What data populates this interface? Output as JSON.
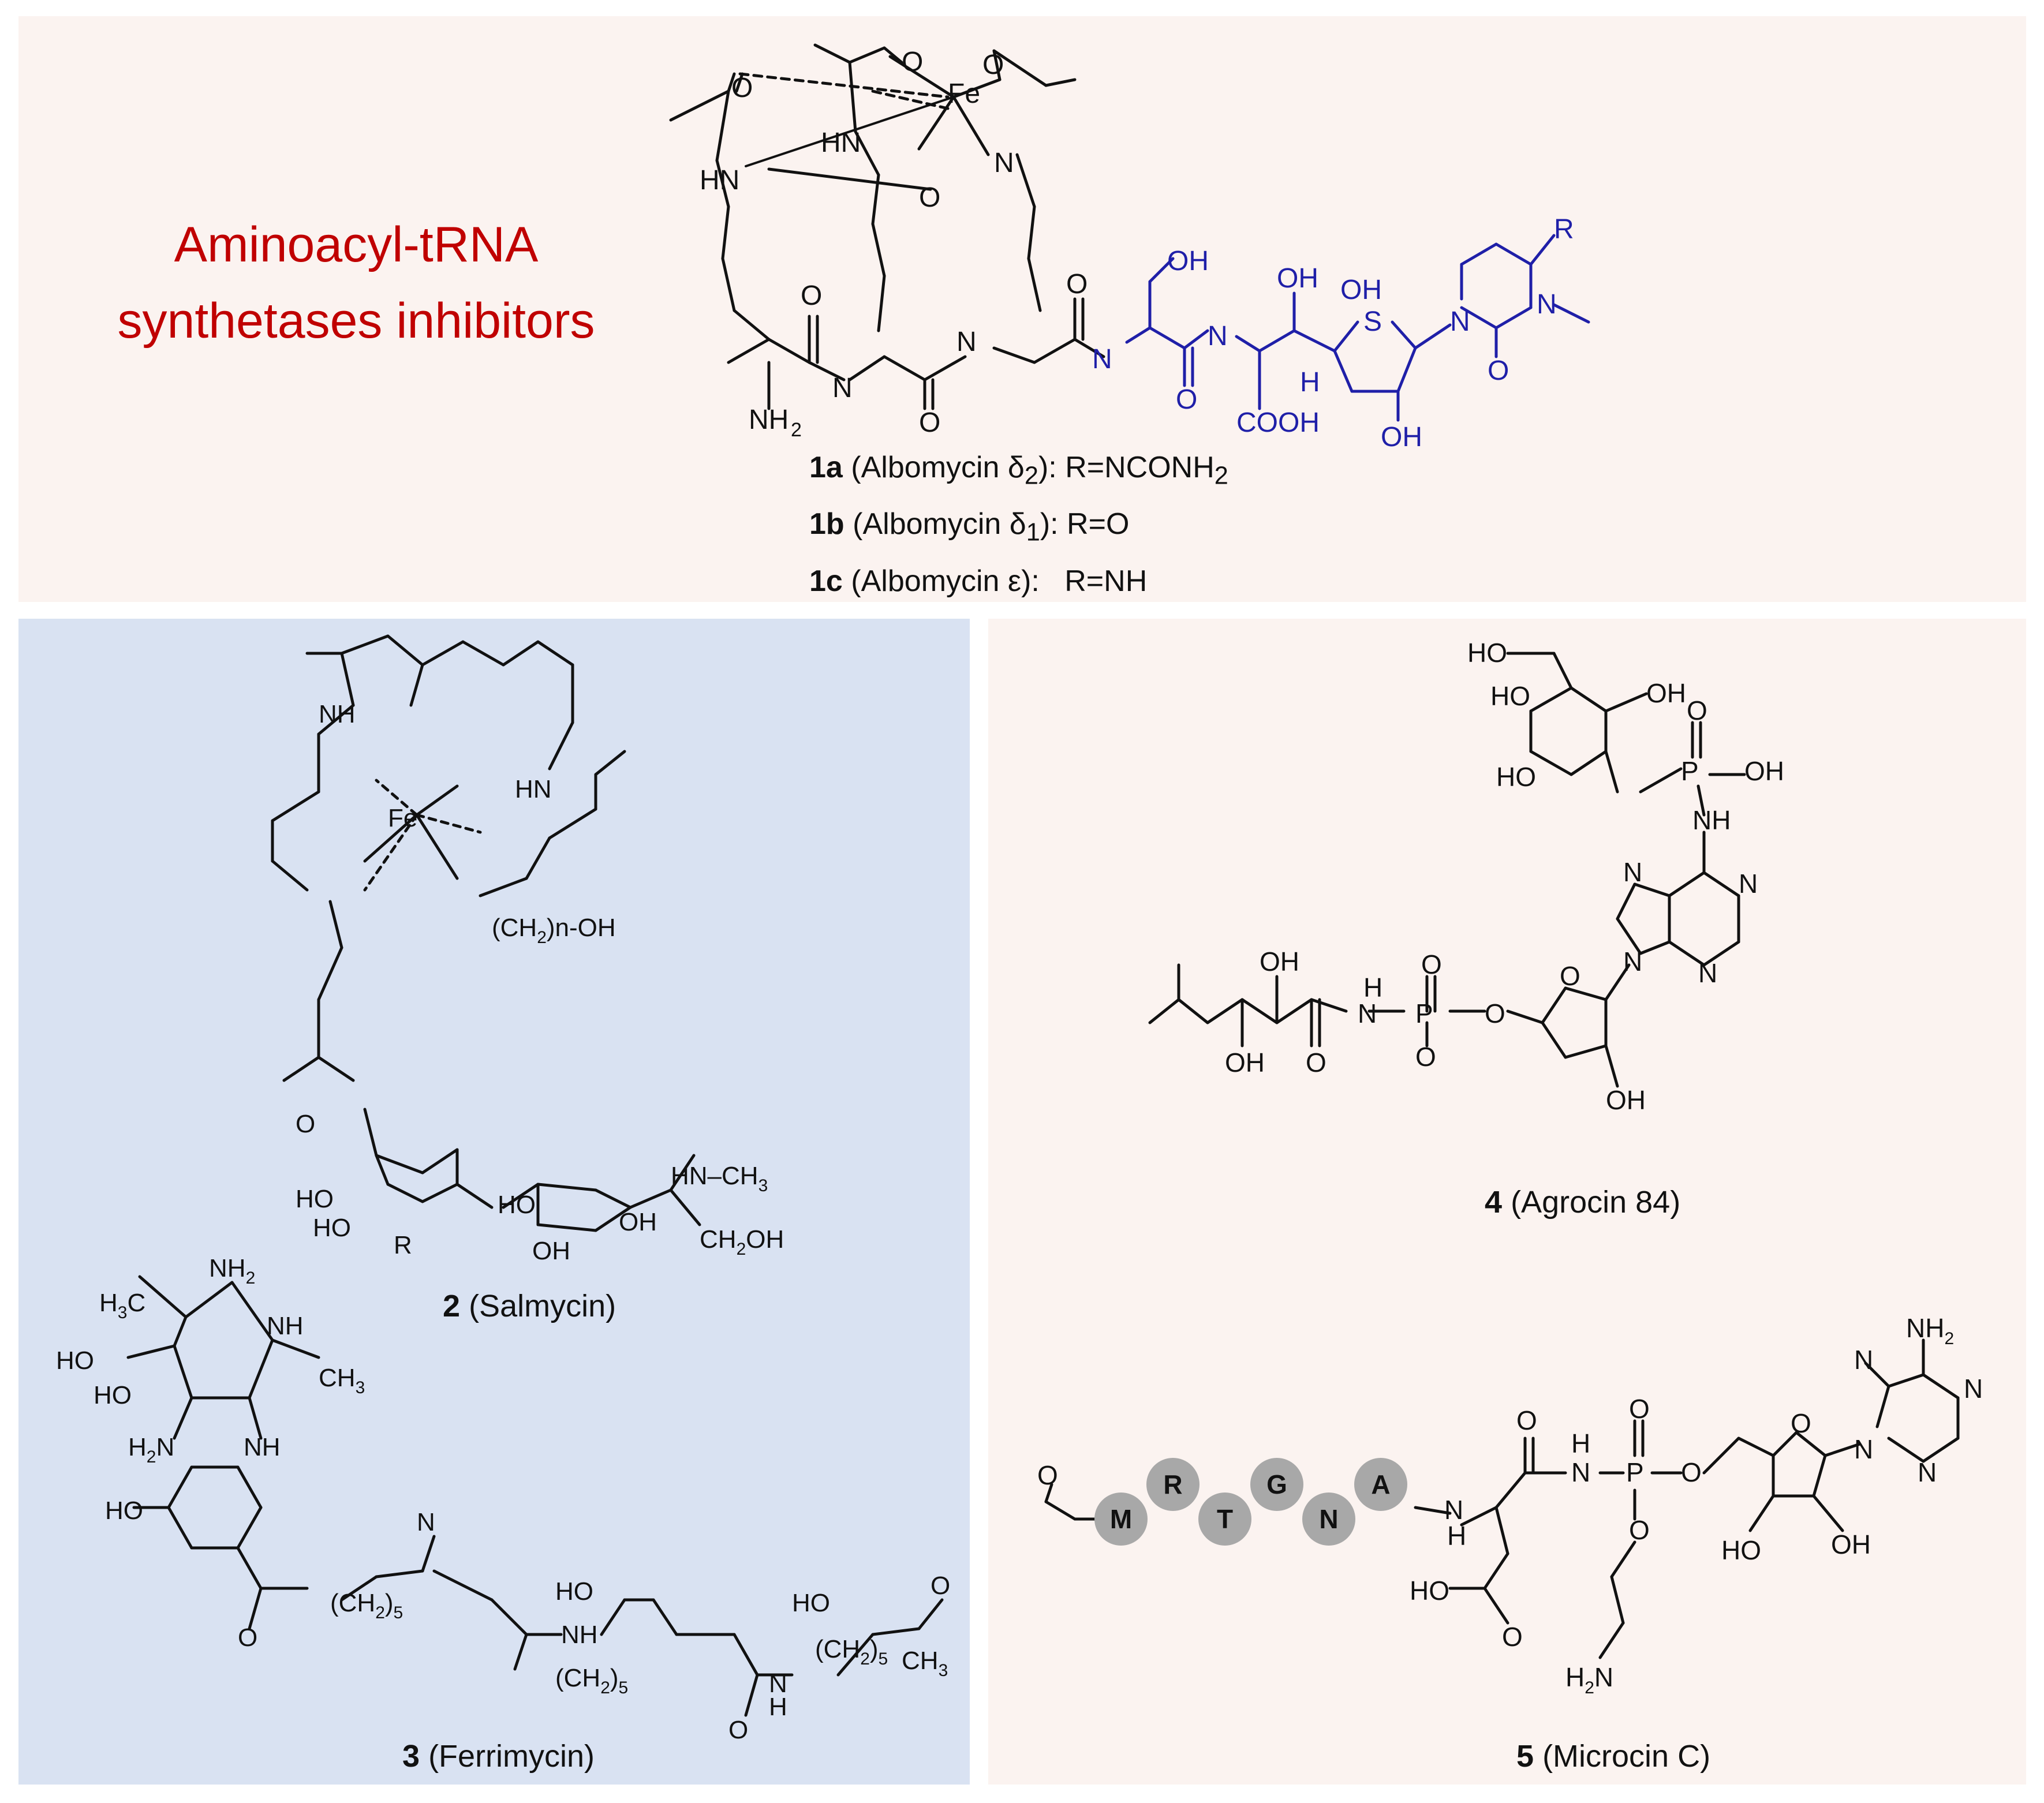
{
  "colors": {
    "top_panel_bg": "#fbf3f0",
    "blue_panel_bg": "#d9e2f2",
    "right_panel_bg": "#fbf3f0",
    "title_red": "#c00000",
    "blue_structure": "#1f1fa8",
    "bead_gray": "#a8a8a8",
    "ink": "#111111"
  },
  "title": {
    "line1": "Aminoacyl-tRNA",
    "line2": "synthetases inhibitors"
  },
  "albomycin": {
    "variants": [
      {
        "id": "1a",
        "name": "(Albomycin δ",
        "sub": "2",
        "suffix": "):",
        "r": "R=NCONH",
        "r_sub": "2"
      },
      {
        "id": "1b",
        "name": "(Albomycin δ",
        "sub": "1",
        "suffix": "):",
        "r": "R=O",
        "r_sub": ""
      },
      {
        "id": "1c",
        "name": "(Albomycin ε):",
        "sub": "",
        "suffix": "",
        "r": "R=NH",
        "r_sub": ""
      }
    ],
    "atoms": {
      "fe": "Fe",
      "hn": "HN",
      "nh": "N",
      "h": "H",
      "nh2": "NH",
      "two": "2",
      "o": "O",
      "oh": "OH",
      "cooh": "COOH",
      "s": "S",
      "r": "R",
      "n": "N"
    }
  },
  "compounds": {
    "salmycin": {
      "number": "2",
      "name": "(Salmycin)"
    },
    "ferrimycin": {
      "number": "3",
      "name": "(Ferrimycin)"
    },
    "agrocin": {
      "number": "4",
      "name": "(Agrocin 84)"
    },
    "microcin": {
      "number": "5",
      "name": "(Microcin C)"
    }
  },
  "salmycin_atoms": {
    "nh": "NH",
    "hn": "HN",
    "fe": "Fe",
    "ch2n": "(CH",
    "ch2n_tail": ")n-OH",
    "two": "2",
    "ho": "HO",
    "oh": "OH",
    "r": "R",
    "nhch3": "HN–CH",
    "three": "3",
    "ch2oh": "CH",
    "ch2oh_tail": "OH",
    "o": "O",
    "n": "N"
  },
  "ferrimycin_atoms": {
    "nh2": "NH",
    "h3c": "H",
    "c3": "C",
    "nh": "NH",
    "ho": "HO",
    "och3": "CH",
    "h2n": "H",
    "n2": "N",
    "ch2": "(CH",
    "five": "5",
    "close": ")",
    "ch3": "CH",
    "o": "O",
    "n": "N",
    "hn": "H"
  },
  "agrocin_atoms": {
    "ho": "HO",
    "oh": "OH",
    "p": "P",
    "nh": "NH",
    "n": "N",
    "h": "H",
    "o": "O",
    "ominus": "O"
  },
  "microcin_atoms": {
    "nh2": "NH",
    "two": "2",
    "n": "N",
    "p": "P",
    "o": "O",
    "h": "H",
    "ho": "HO",
    "oh": "OH",
    "h2n": "H"
  },
  "peptide_beads": [
    "M",
    "R",
    "T",
    "G",
    "N",
    "A"
  ]
}
